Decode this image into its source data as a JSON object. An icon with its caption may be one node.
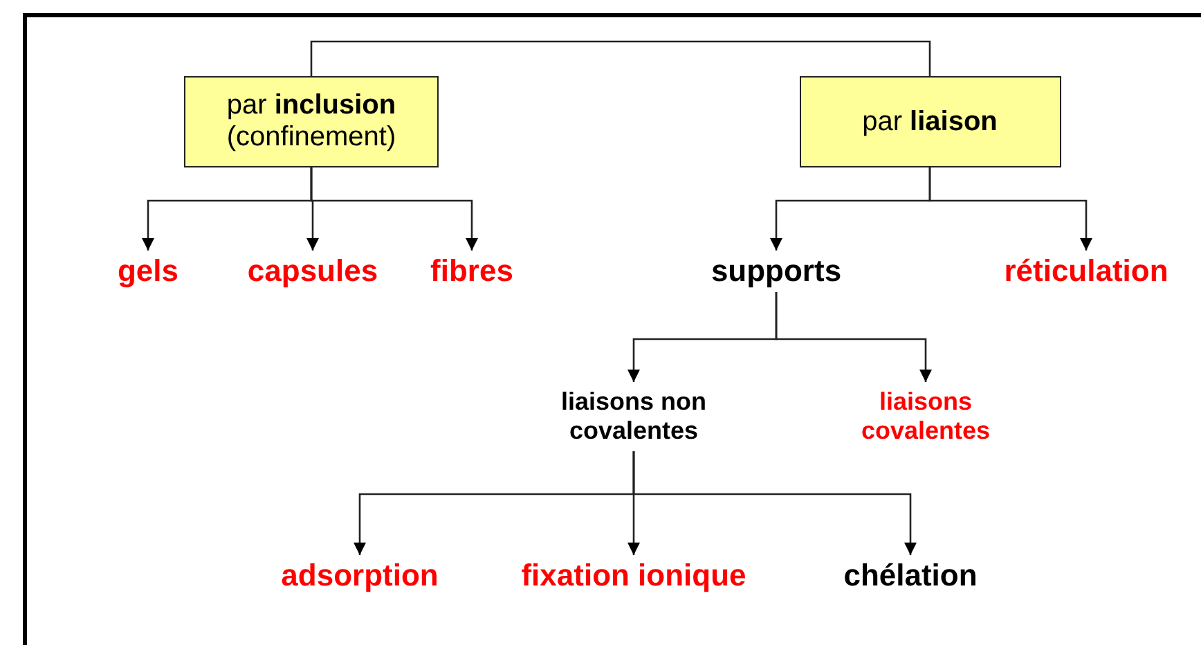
{
  "diagram": {
    "nodes": [
      {
        "text": [
          "par **inclusion** (confinement)"
        ]
      },
      {
        "text": [
          "par **liaison**"
        ]
      },
      {
        "text": [
          "gels"
        ]
      },
      {
        "text": [
          "capsules"
        ]
      },
      {
        "text": [
          "fibres"
        ]
      },
      {
        "text": [
          "supports"
        ]
      },
      {
        "text": [
          "réticulation"
        ]
      },
      {
        "text": [
          "liaisons non covalentes"
        ]
      },
      {
        "text": [
          "liaisons covalentes"
        ]
      },
      {
        "text": [
          "adsorption"
        ]
      },
      {
        "text": [
          "fixation ionique"
        ]
      },
      {
        "text": [
          "chélation"
        ]
      }
    ],
    "edges": [
      {
        "from": 0,
        "to": 1,
        "arrow": "none"
      },
      {
        "from": 0,
        "to": 2,
        "arrow": "to"
      },
      {
        "from": 0,
        "to": 3,
        "arrow": "to"
      },
      {
        "from": 0,
        "to": 4,
        "arrow": "to"
      },
      {
        "from": 1,
        "to": 5,
        "arrow": "to"
      },
      {
        "from": 1,
        "to": 6,
        "arrow": "to"
      },
      {
        "from": 5,
        "to": 7,
        "arrow": "to"
      },
      {
        "from": 5,
        "to": 8,
        "arrow": "to"
      },
      {
        "from": 7,
        "to": 9,
        "arrow": "to"
      },
      {
        "from": 7,
        "to": 10,
        "arrow": "to"
      },
      {
        "from": 7,
        "to": 11,
        "arrow": "to"
      }
    ]
  }
}
